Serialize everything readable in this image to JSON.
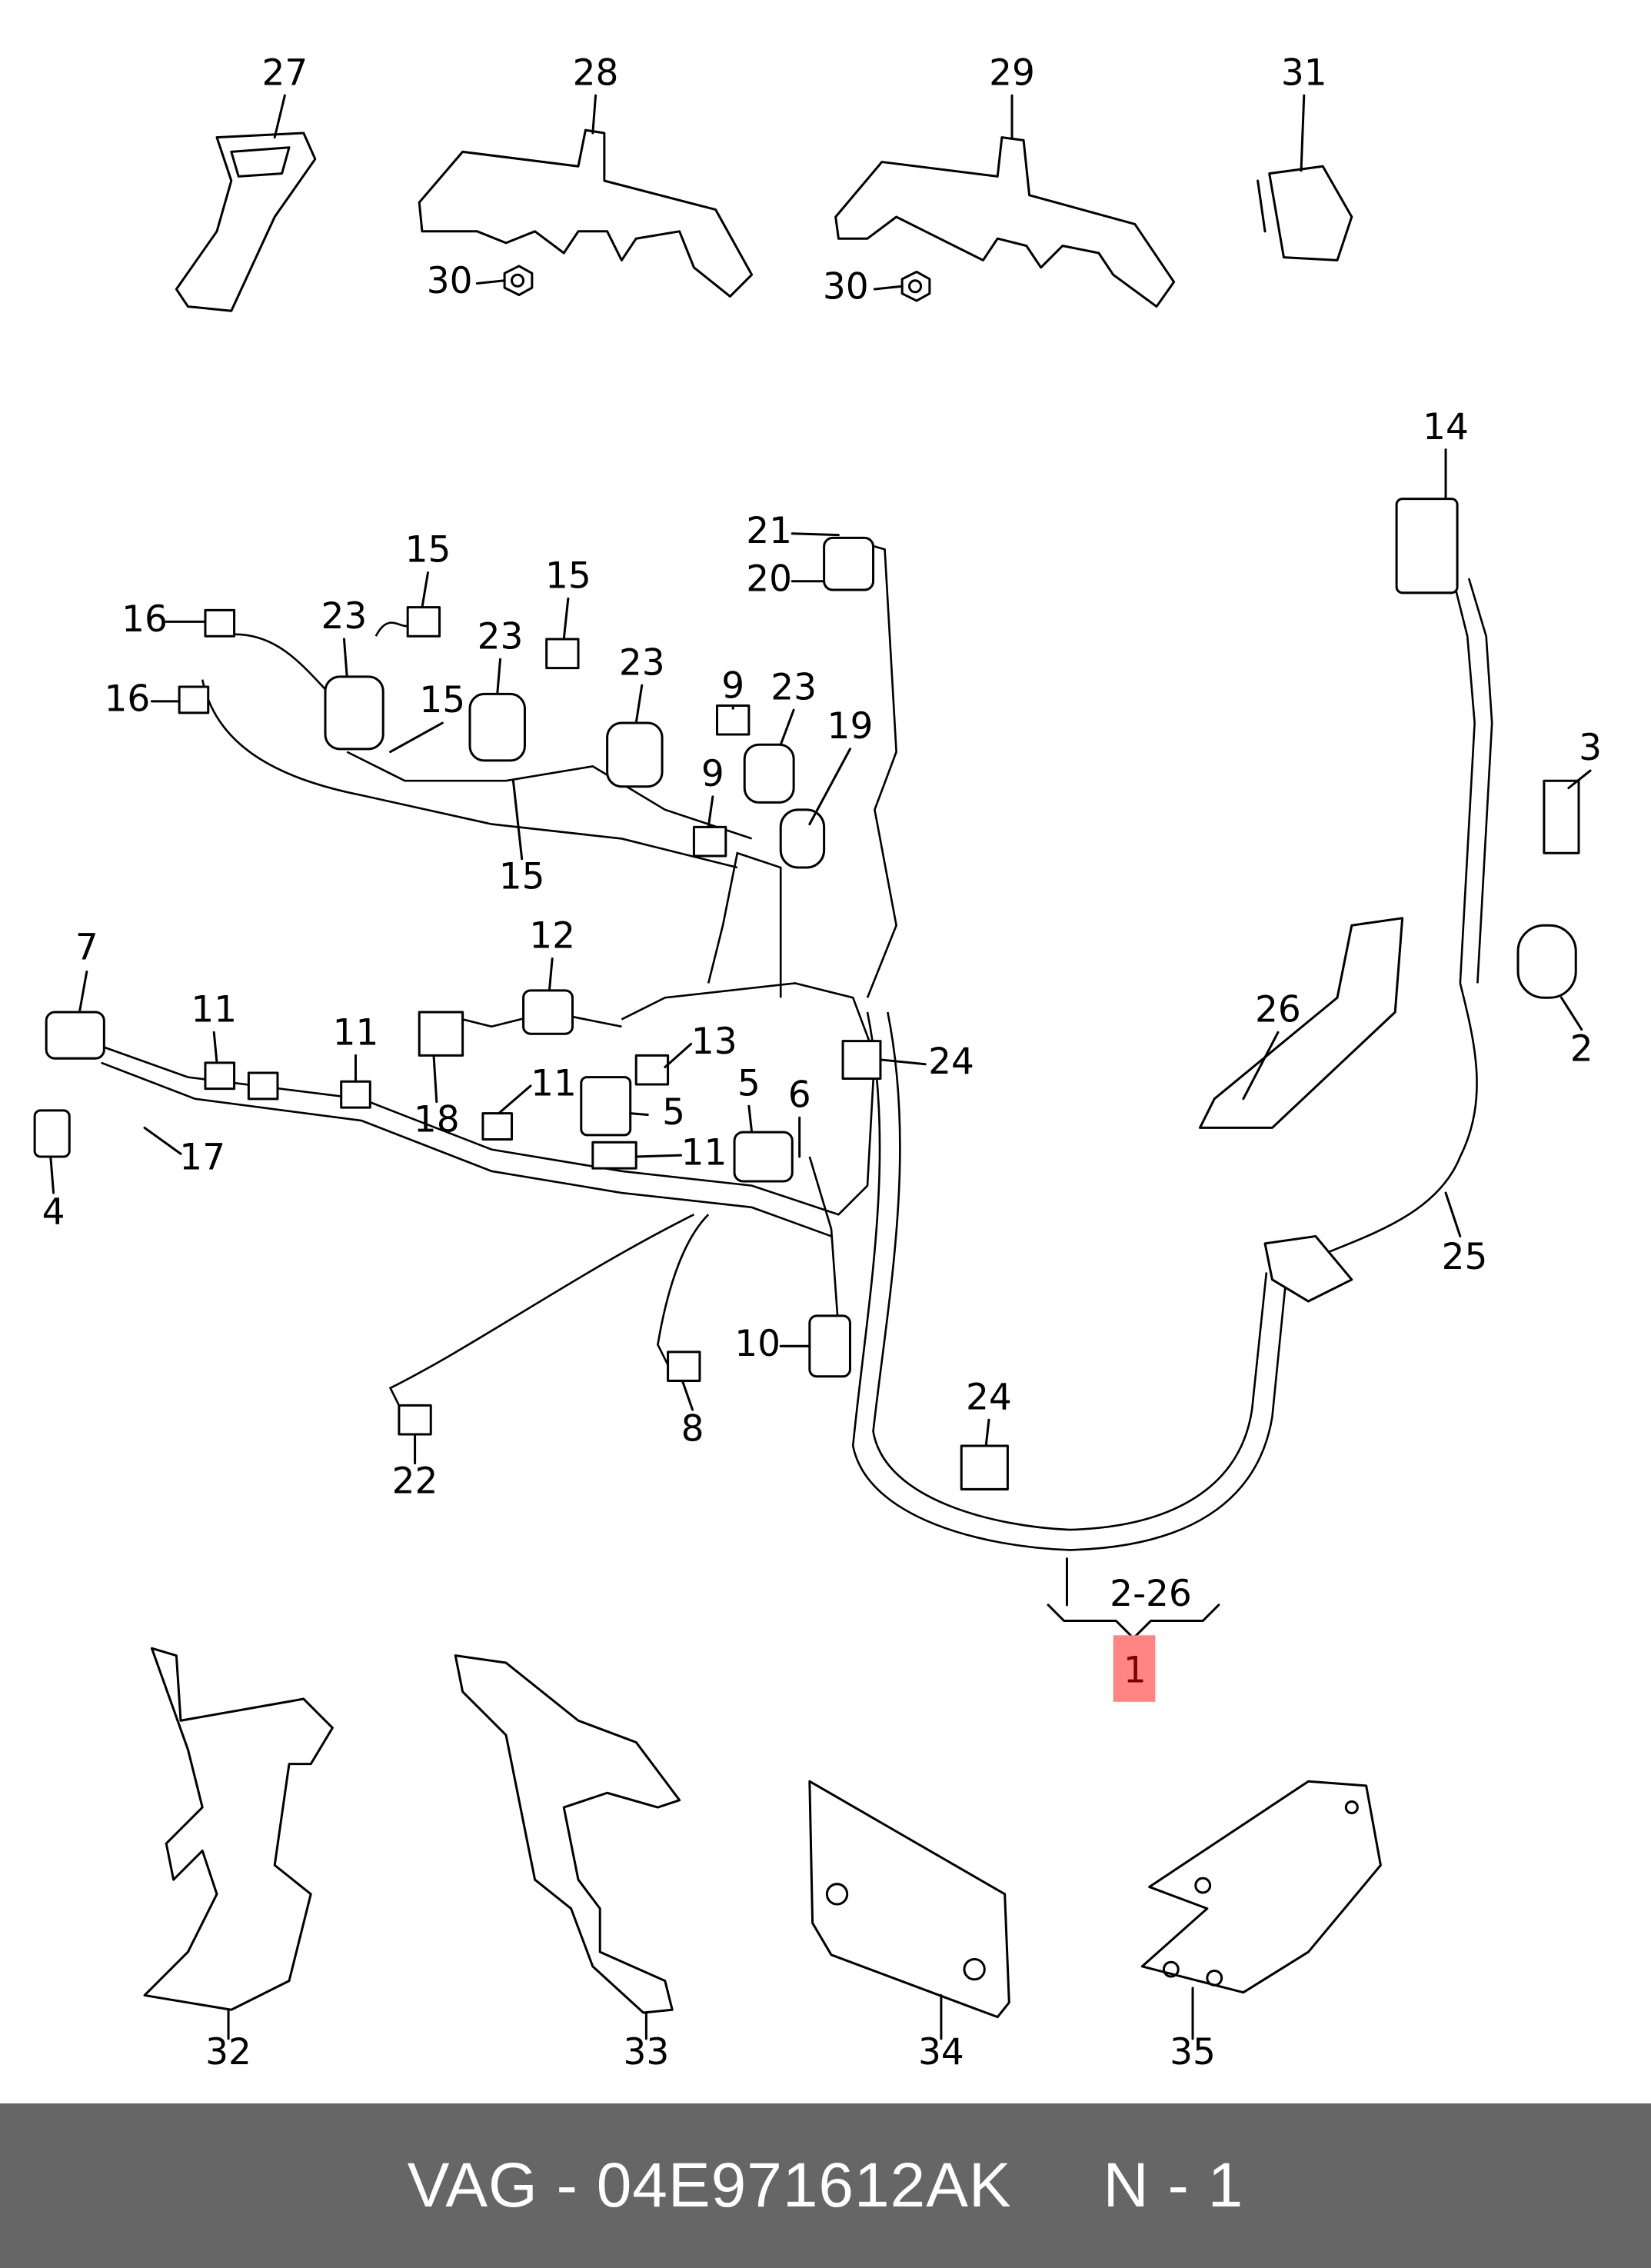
{
  "diagram": {
    "callouts": [
      "27",
      "28",
      "29",
      "31",
      "30",
      "30",
      "14",
      "21",
      "20",
      "15",
      "15",
      "16",
      "23",
      "23",
      "23",
      "9",
      "23",
      "16",
      "15",
      "19",
      "9",
      "3",
      "15",
      "7",
      "12",
      "26",
      "11",
      "11",
      "13",
      "24",
      "2",
      "5",
      "6",
      "11",
      "5",
      "18",
      "17",
      "11",
      "4",
      "25",
      "10",
      "8",
      "24",
      "22",
      "32",
      "33",
      "34",
      "35"
    ],
    "group_range": "2-26",
    "highlighted_part": "1",
    "highlight_color": "#ff8585",
    "highlight_text_color": "#7a0000",
    "line_color": "#000000"
  },
  "footer": {
    "brand": "VAG",
    "separator": " - ",
    "part_number": "04E971612AK",
    "position": "N - 1",
    "background_color": "#666666"
  }
}
